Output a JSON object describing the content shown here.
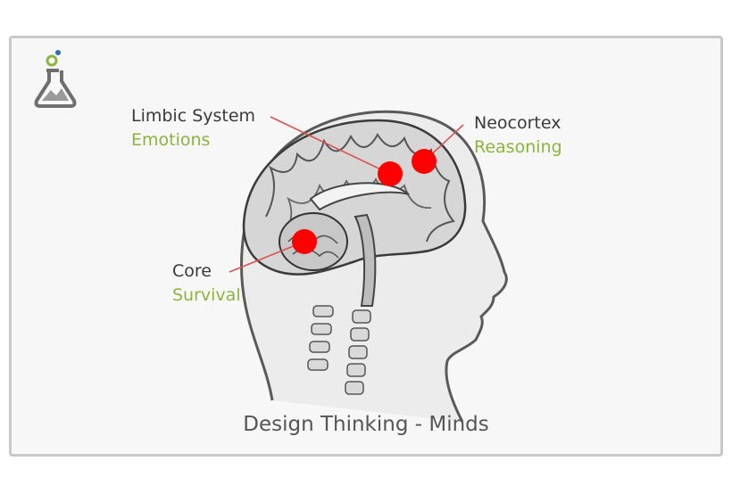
{
  "logo": {
    "name": "flask-logo-icon"
  },
  "labels": {
    "limbic": {
      "name": "Limbic System",
      "sub": "Emotions"
    },
    "neocortex": {
      "name": "Neocortex",
      "sub": "Reasoning"
    },
    "core": {
      "name": "Core",
      "sub": "Survival"
    }
  },
  "caption": "Design Thinking - Minds",
  "colors": {
    "marker": "#ff0000",
    "connector": "#d9534f",
    "accent_text": "#8db53c",
    "label_text": "#3a3a3a"
  }
}
